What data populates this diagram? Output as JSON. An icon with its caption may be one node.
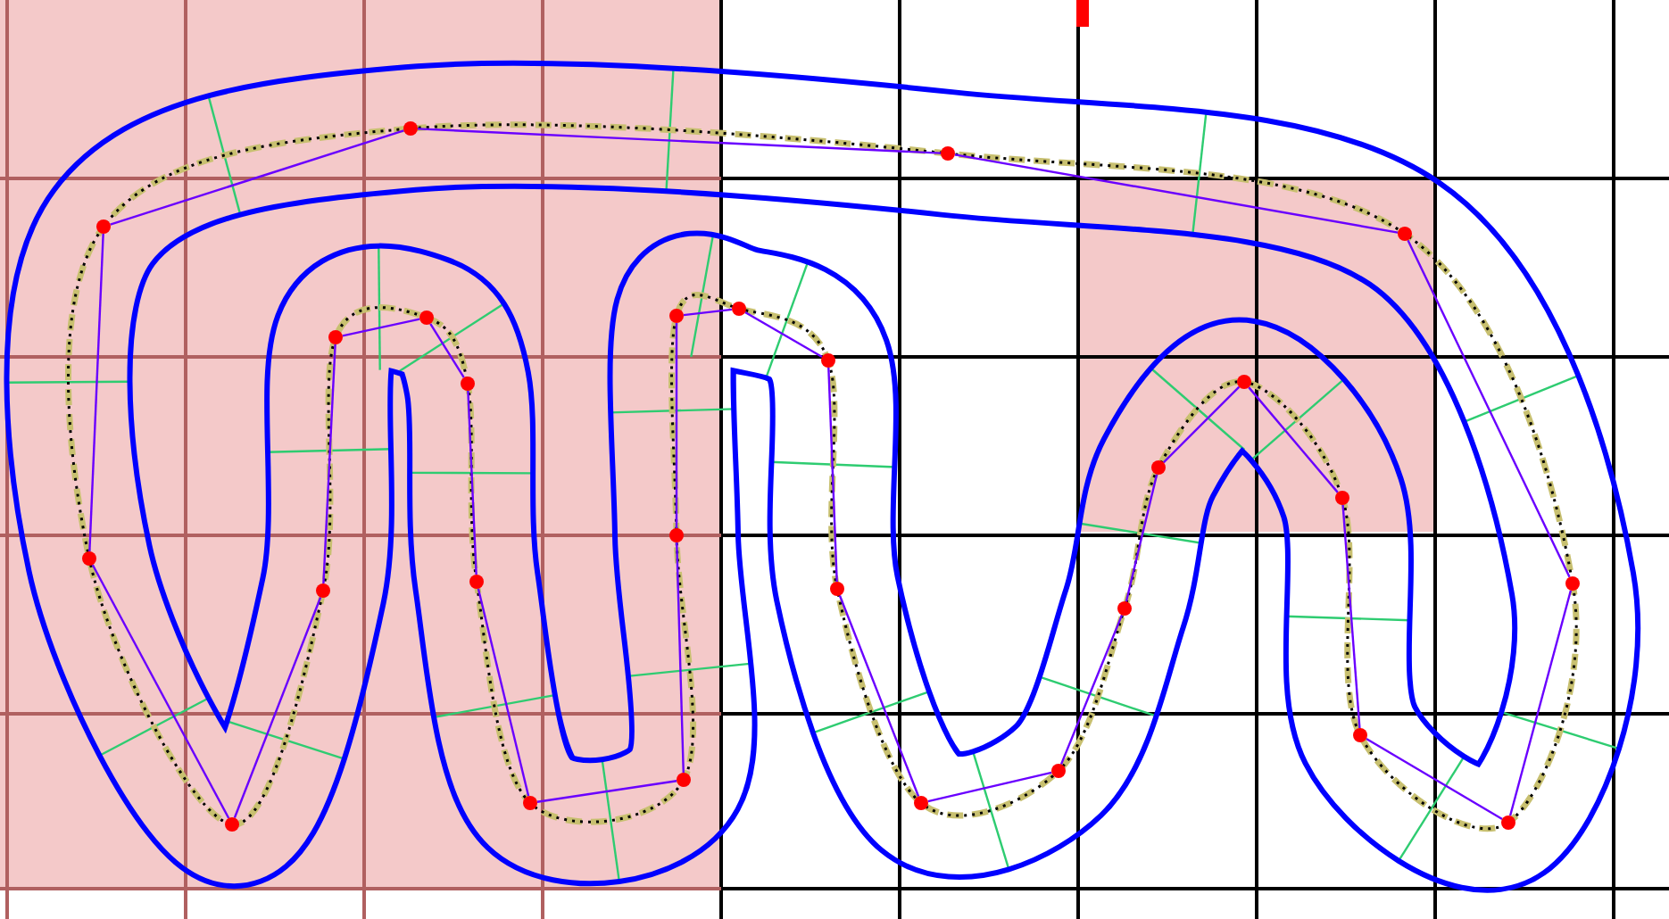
{
  "diagram": {
    "nodes": [
      {
        "text": [],
        "shape": "circle"
      },
      {
        "text": [],
        "shape": "circle"
      },
      {
        "text": [],
        "shape": "circle"
      },
      {
        "text": [],
        "shape": "circle"
      },
      {
        "text": [],
        "shape": "circle"
      },
      {
        "text": [],
        "shape": "circle"
      },
      {
        "text": [],
        "shape": "circle"
      },
      {
        "text": [],
        "shape": "circle"
      },
      {
        "text": [],
        "shape": "circle"
      },
      {
        "text": [],
        "shape": "circle"
      },
      {
        "text": [],
        "shape": "circle"
      },
      {
        "text": [],
        "shape": "circle"
      },
      {
        "text": [],
        "shape": "circle"
      },
      {
        "text": [],
        "shape": "circle"
      },
      {
        "text": [],
        "shape": "circle"
      },
      {
        "text": [],
        "shape": "circle"
      },
      {
        "text": [],
        "shape": "circle"
      },
      {
        "text": [],
        "shape": "circle"
      },
      {
        "text": [],
        "shape": "circle"
      },
      {
        "text": [],
        "shape": "circle"
      },
      {
        "text": [],
        "shape": "circle"
      },
      {
        "text": [],
        "shape": "circle"
      },
      {
        "text": [],
        "shape": "circle"
      },
      {
        "text": [],
        "shape": "circle"
      },
      {
        "text": [],
        "shape": "circle"
      },
      {
        "text": [],
        "shape": "circle"
      },
      {
        "text": [],
        "shape": "circle"
      }
    ],
    "edges": [
      {
        "from": 5,
        "to": 17,
        "arrow": "none"
      },
      {
        "from": 17,
        "to": 24,
        "arrow": "none"
      },
      {
        "from": 24,
        "to": 26,
        "arrow": "none"
      },
      {
        "from": 26,
        "to": 25,
        "arrow": "none"
      },
      {
        "from": 25,
        "to": 23,
        "arrow": "none"
      },
      {
        "from": 23,
        "to": 22,
        "arrow": "none"
      },
      {
        "from": 22,
        "to": 21,
        "arrow": "none"
      },
      {
        "from": 21,
        "to": 20,
        "arrow": "none"
      },
      {
        "from": 20,
        "to": 19,
        "arrow": "none"
      },
      {
        "from": 19,
        "to": 18,
        "arrow": "none"
      },
      {
        "from": 18,
        "to": 16,
        "arrow": "none"
      },
      {
        "from": 16,
        "to": 15,
        "arrow": "none"
      },
      {
        "from": 15,
        "to": 14,
        "arrow": "none"
      },
      {
        "from": 14,
        "to": 13,
        "arrow": "none"
      },
      {
        "from": 13,
        "to": 10,
        "arrow": "none"
      },
      {
        "from": 10,
        "to": 11,
        "arrow": "none"
      },
      {
        "from": 11,
        "to": 12,
        "arrow": "none"
      },
      {
        "from": 12,
        "to": 9,
        "arrow": "none"
      },
      {
        "from": 9,
        "to": 8,
        "arrow": "none"
      },
      {
        "from": 8,
        "to": 7,
        "arrow": "none"
      },
      {
        "from": 7,
        "to": 6,
        "arrow": "none"
      },
      {
        "from": 6,
        "to": 4,
        "arrow": "none"
      },
      {
        "from": 4,
        "to": 3,
        "arrow": "none"
      },
      {
        "from": 3,
        "to": 2,
        "arrow": "none"
      },
      {
        "from": 2,
        "to": 0,
        "arrow": "none"
      },
      {
        "from": 0,
        "to": 1,
        "arrow": "none"
      },
      {
        "from": 1,
        "to": 5,
        "arrow": "none"
      }
    ]
  }
}
